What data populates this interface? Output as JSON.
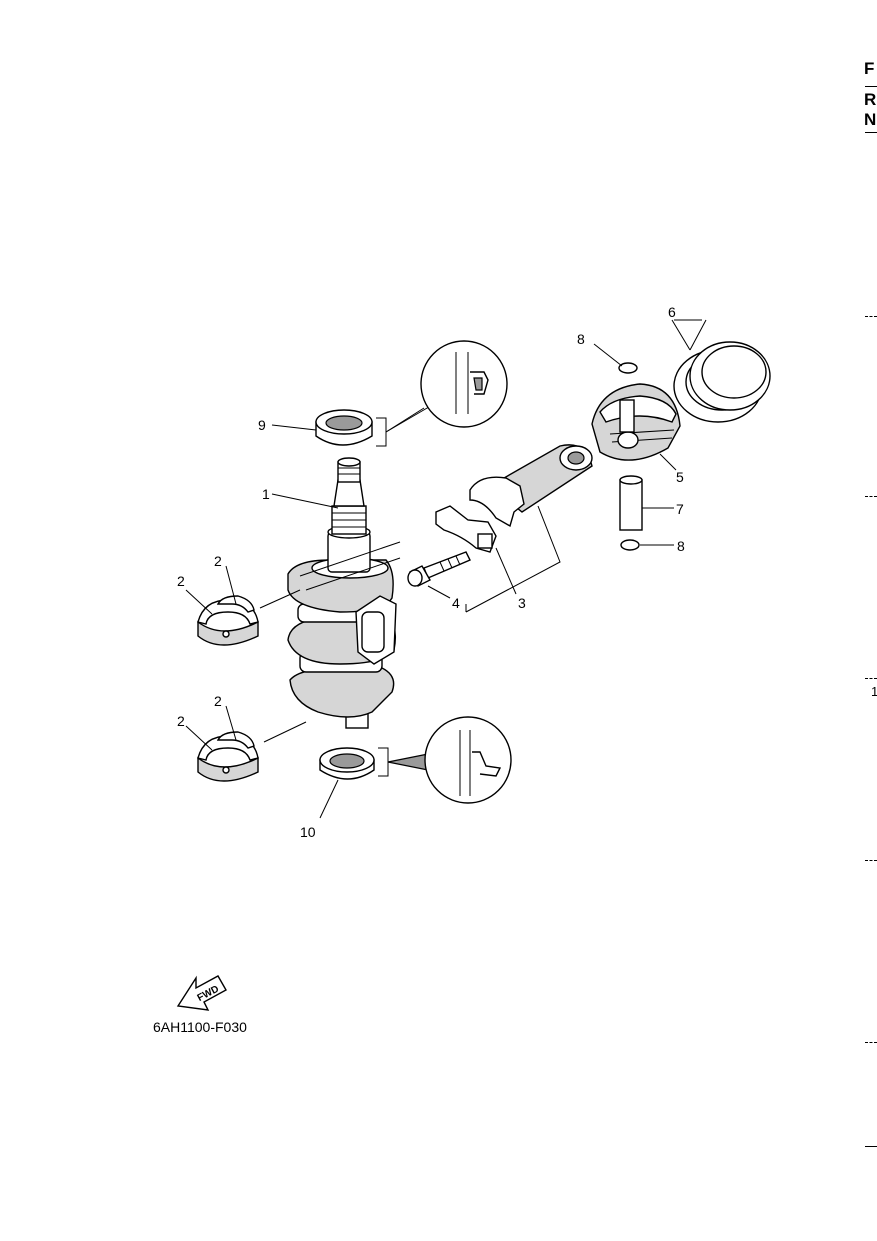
{
  "figure_code": "6AH1100-F030",
  "fwd_label": "FWD",
  "callouts": {
    "c1": "1",
    "c2a": "2",
    "c2b": "2",
    "c2c": "2",
    "c2d": "2",
    "c3": "3",
    "c4": "4",
    "c5": "5",
    "c6": "6",
    "c7": "7",
    "c8a": "8",
    "c8b": "8",
    "c9": "9",
    "c10": "10"
  },
  "edge": {
    "letter_f": "F",
    "letter_r": "R",
    "letter_n": "N",
    "num_1": "1"
  }
}
